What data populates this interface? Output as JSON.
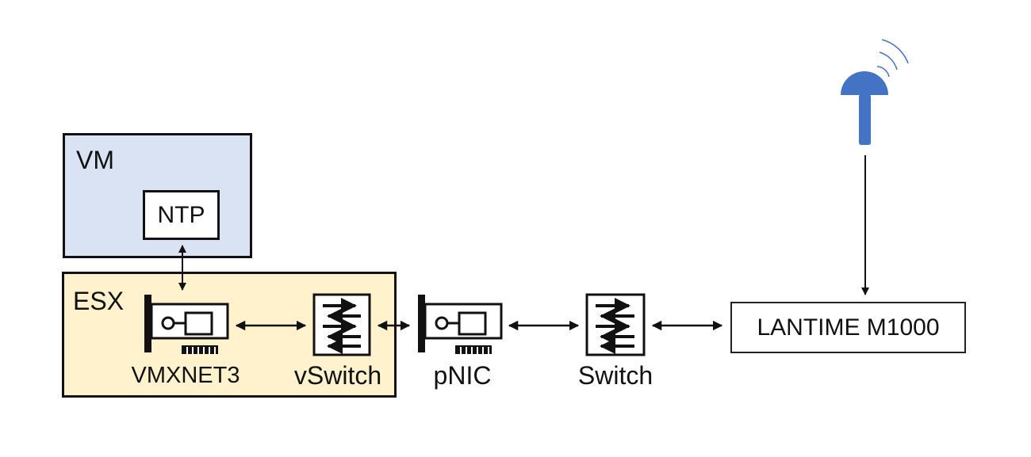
{
  "labels": {
    "vm": "VM",
    "ntp": "NTP",
    "esx": "ESX",
    "vmxnet3": "VMXNET3",
    "vswitch": "vSwitch",
    "pnic": "pNIC",
    "switch": "Switch",
    "lantime": "LANTIME M1000"
  },
  "colors": {
    "vm_fill": "#dae3f3",
    "esx_fill": "#fff2cc",
    "antenna": "#4472c4",
    "line": "#111111"
  },
  "icons": [
    "network-card-icon",
    "network-switch-icon",
    "gps-antenna-icon"
  ]
}
